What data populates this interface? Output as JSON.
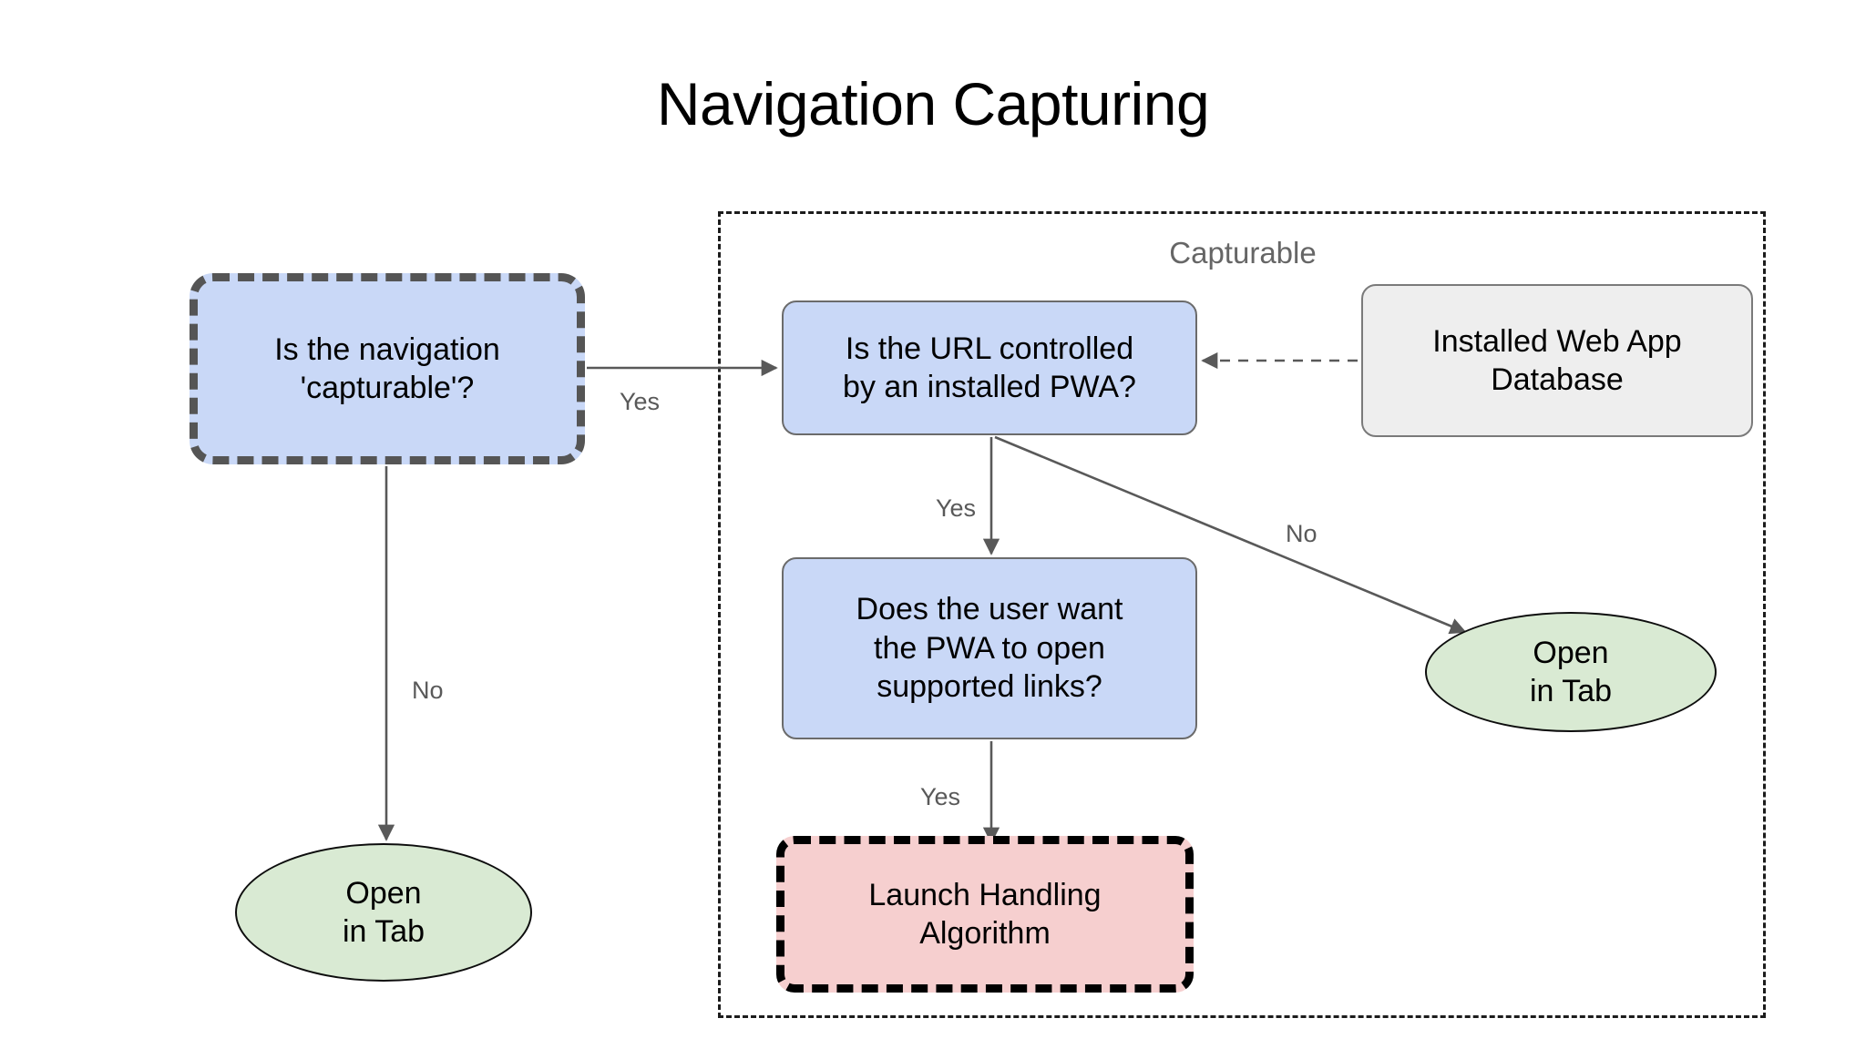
{
  "title": "Navigation Capturing",
  "group": {
    "label": "Capturable"
  },
  "nodes": {
    "capturable": {
      "label": "Is the navigation\n'capturable'?",
      "shape": "rounded-rect",
      "fill": "#c9d8f7",
      "stroke": "#555555",
      "stroke_style": "dashed"
    },
    "url": {
      "label": "Is the URL controlled\nby an installed PWA?",
      "shape": "rounded-rect",
      "fill": "#c9d8f7",
      "stroke": "#6b6b6b",
      "stroke_style": "solid"
    },
    "database": {
      "label": "Installed Web App\nDatabase",
      "shape": "rounded-rect",
      "fill": "#eeeeee",
      "stroke": "#7a7a7a",
      "stroke_style": "solid"
    },
    "user_want": {
      "label": "Does the user want\nthe PWA to open\nsupported links?",
      "shape": "rounded-rect",
      "fill": "#c9d8f7",
      "stroke": "#6b6b6b",
      "stroke_style": "solid"
    },
    "launch": {
      "label": "Launch Handling\nAlgorithm",
      "shape": "rounded-rect",
      "fill": "#f6cfcf",
      "stroke": "#000000",
      "stroke_style": "dashed"
    },
    "open_tab_left": {
      "label": "Open\nin Tab",
      "shape": "ellipse",
      "fill": "#d9ead3",
      "stroke": "#0d0d0d",
      "stroke_style": "solid"
    },
    "open_tab_right": {
      "label": "Open\nin Tab",
      "shape": "ellipse",
      "fill": "#d9ead3",
      "stroke": "#0d0d0d",
      "stroke_style": "solid"
    }
  },
  "edges": [
    {
      "id": "yes-1",
      "from": "capturable",
      "to": "url",
      "label": "Yes",
      "style": "solid"
    },
    {
      "id": "no-1",
      "from": "capturable",
      "to": "open_tab_left",
      "label": "No",
      "style": "solid"
    },
    {
      "id": "yes-2",
      "from": "url",
      "to": "user_want",
      "label": "Yes",
      "style": "solid"
    },
    {
      "id": "no-2",
      "from": "url",
      "to": "open_tab_right",
      "label": "No",
      "style": "solid"
    },
    {
      "id": "yes-3",
      "from": "user_want",
      "to": "launch",
      "label": "Yes",
      "style": "solid"
    },
    {
      "id": "db-lookup",
      "from": "database",
      "to": "url",
      "label": "",
      "style": "dashed"
    }
  ],
  "colors": {
    "background": "#ffffff",
    "blue_fill": "#c9d8f7",
    "pink_fill": "#f6cfcf",
    "green_fill": "#d9ead3",
    "gray_fill": "#eeeeee",
    "edge_stroke": "#595959",
    "group_label": "#666666",
    "text": "#000000"
  }
}
